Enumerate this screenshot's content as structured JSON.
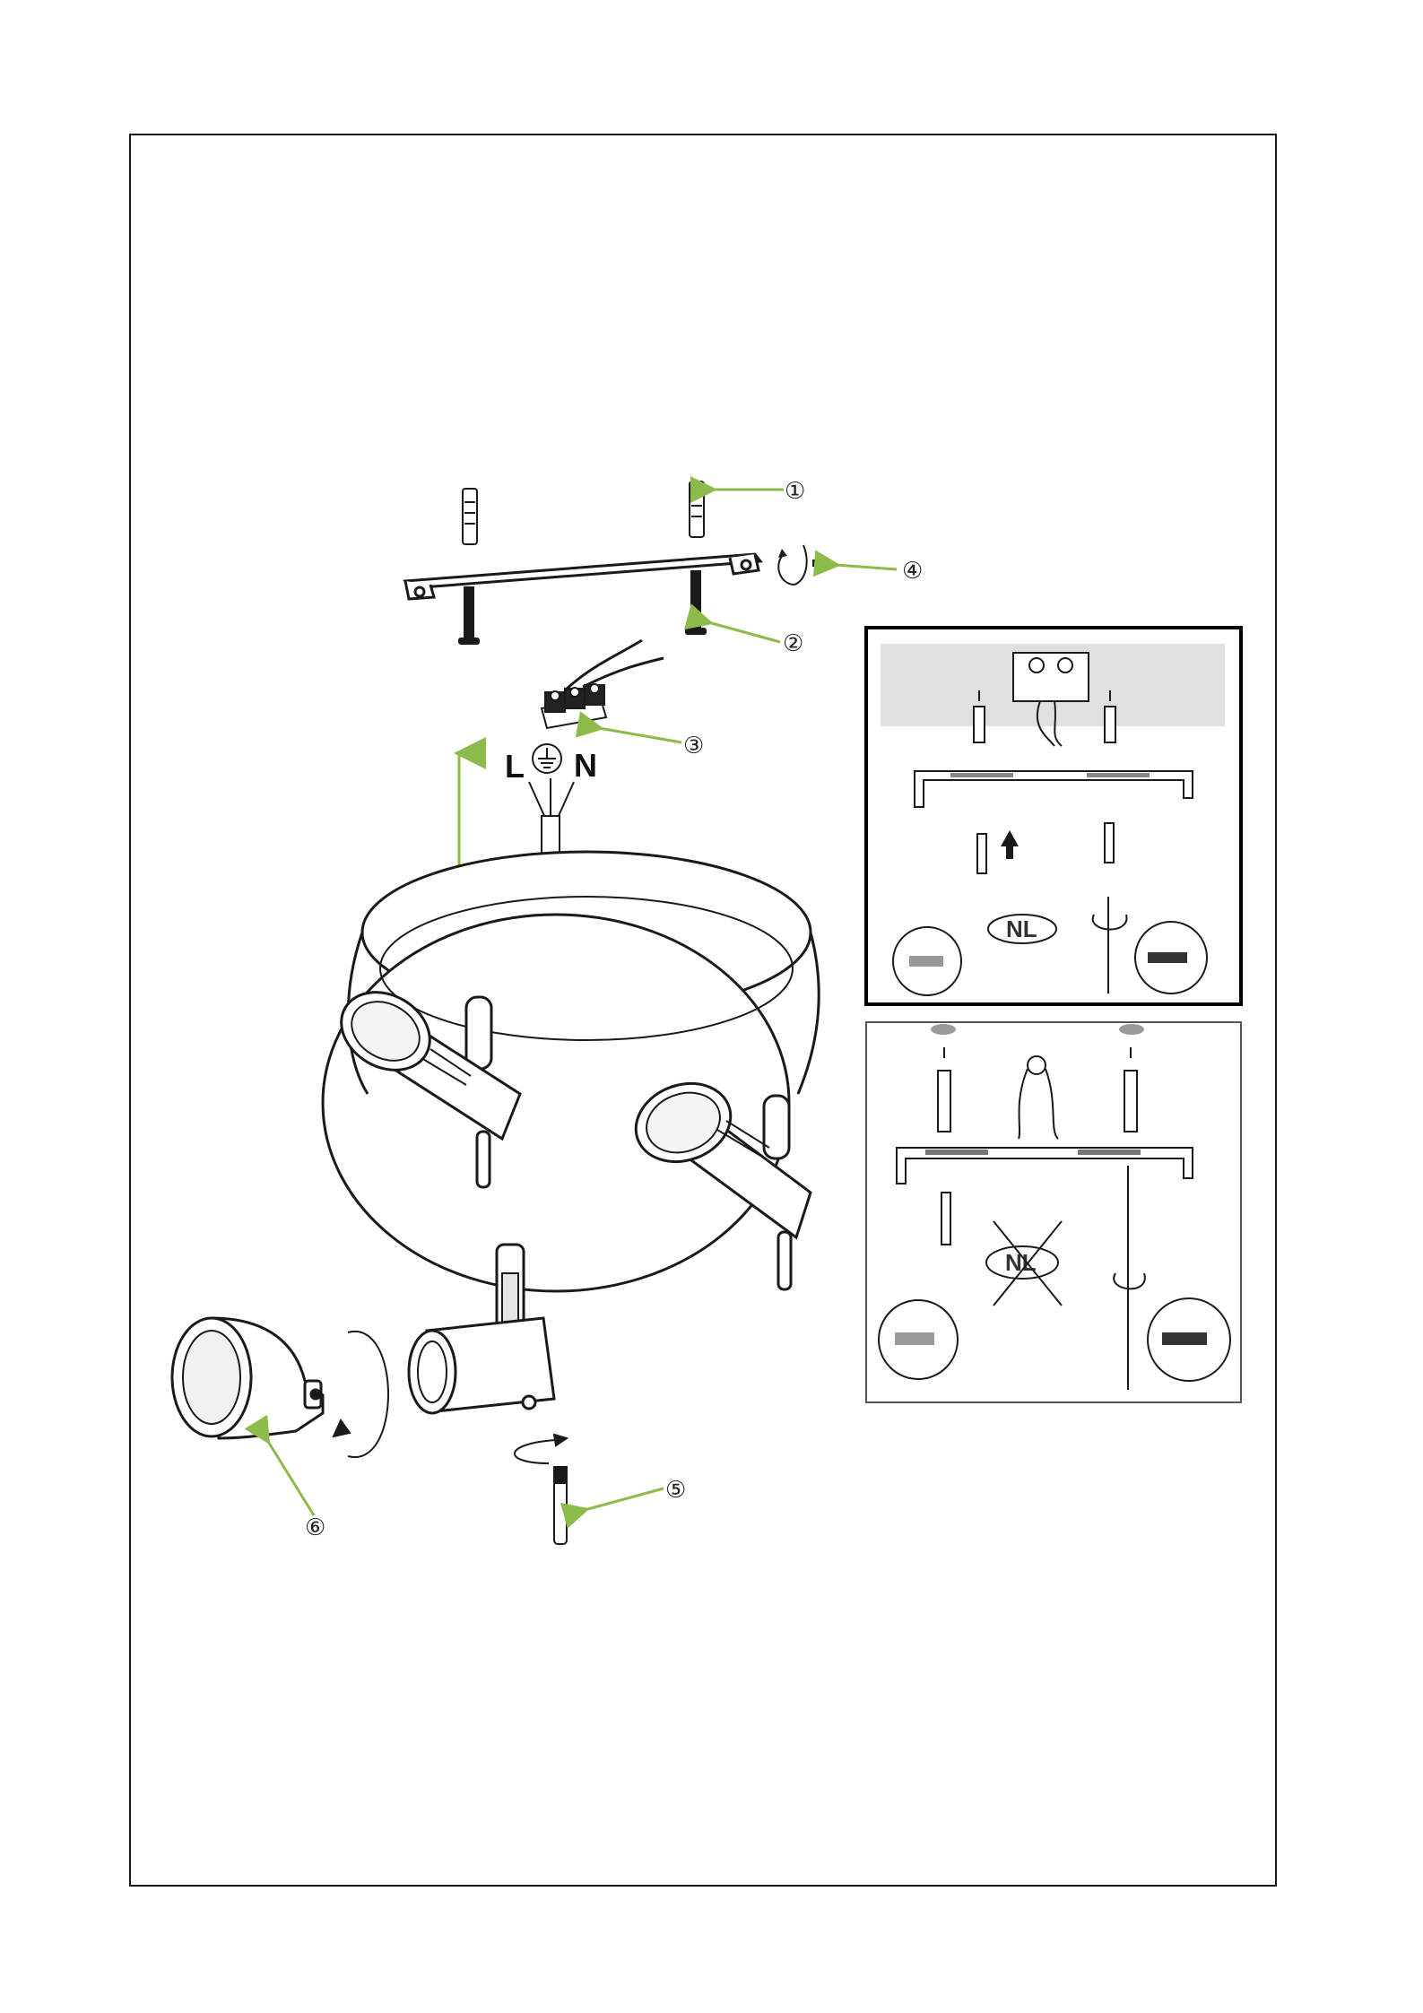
{
  "callouts": {
    "c1": "①",
    "c2": "②",
    "c3": "③",
    "c4": "④",
    "c5": "⑤",
    "c6": "⑥"
  },
  "wire_labels": {
    "live": "L",
    "neutral": "N",
    "earth_icon": "earth-ground-icon"
  },
  "insets": {
    "top_badge": "NL",
    "bottom_badge": "NL"
  },
  "colors": {
    "line": "#1a1a1a",
    "arrow_green": "#8dbb4a",
    "inset_bg": "#e0e0e0"
  }
}
